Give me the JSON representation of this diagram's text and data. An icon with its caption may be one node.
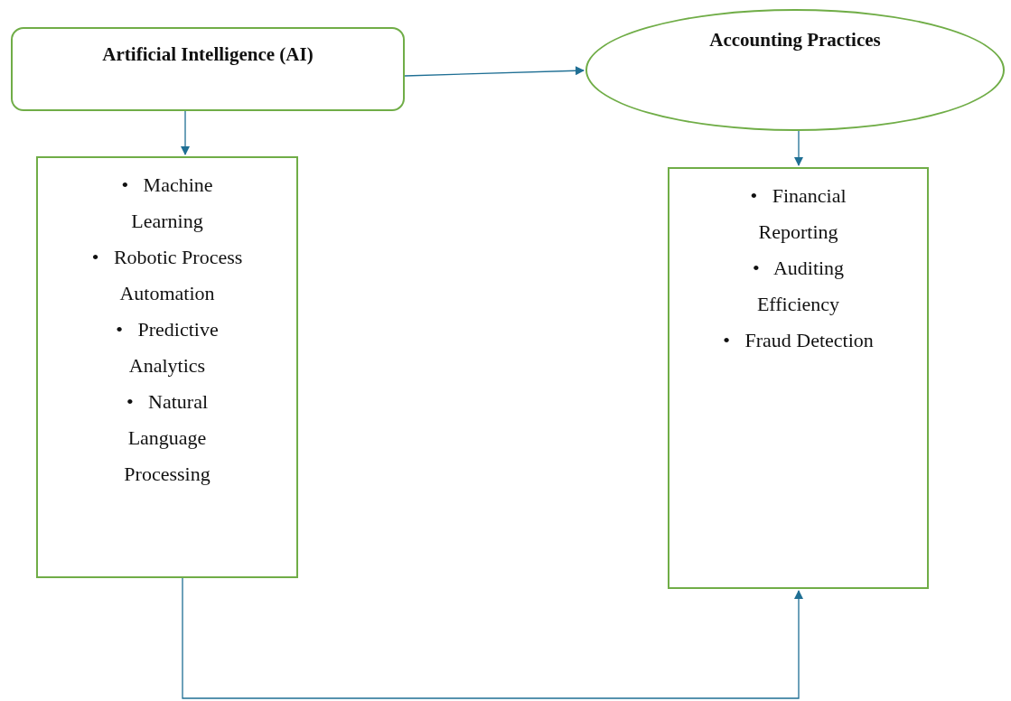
{
  "diagram": {
    "nodes": [
      {
        "text": [
          "Artificial Intelligence (AI)"
        ]
      },
      {
        "text": [
          "Accounting Practices"
        ]
      },
      {
        "text": [
          "•   Machine Learning",
          "•   Robotic Process Automation",
          "•   Predictive Analytics",
          "•   Natural Language Processing"
        ]
      },
      {
        "text": [
          "•   Financial Reporting",
          "•   Auditing Efficiency",
          "•   Fraud Detection"
        ]
      }
    ],
    "edges": [
      {
        "from": 0,
        "to": 1,
        "arrow": "to"
      },
      {
        "from": 0,
        "to": 2,
        "arrow": "to"
      },
      {
        "from": 1,
        "to": 3,
        "arrow": "to"
      },
      {
        "from": 2,
        "to": 3,
        "arrow": "to"
      }
    ]
  }
}
